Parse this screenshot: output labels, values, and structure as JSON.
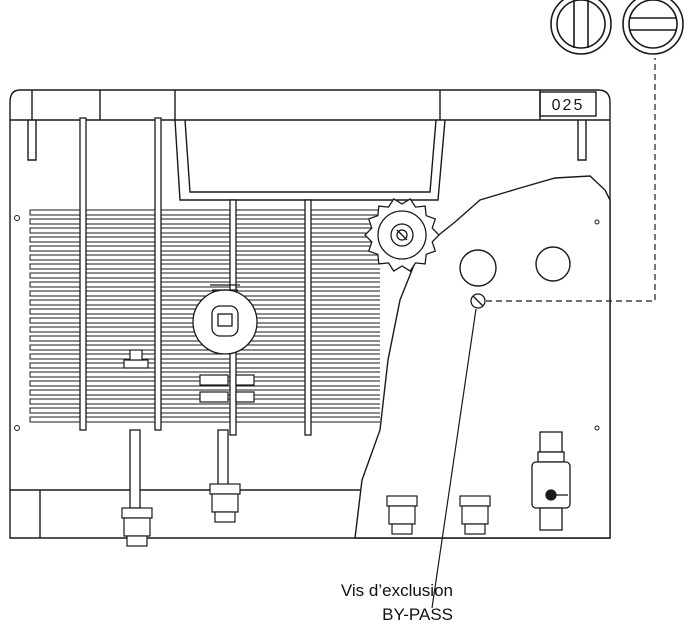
{
  "unit_code": "025",
  "callout": {
    "line1": "Vis d’exclusion",
    "line2": "BY-PASS"
  },
  "colors": {
    "line": "#1a1a1a",
    "fill": "#ffffff"
  }
}
